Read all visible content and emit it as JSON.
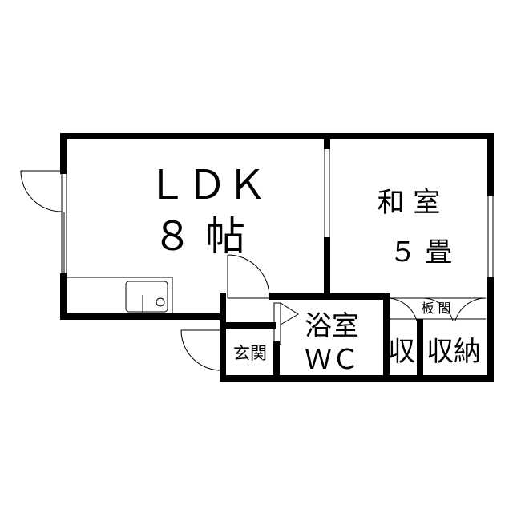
{
  "rooms": {
    "ldk": {
      "name": "ＬＤＫ",
      "size": "８ 帖"
    },
    "washitsu": {
      "name": "和 室",
      "size": "５ 畳"
    },
    "bath": {
      "name": "浴室",
      "sub": "ＷＣ"
    },
    "entrance": {
      "name": "玄関"
    },
    "storage_small": {
      "name": "収"
    },
    "storage": {
      "name": "収納"
    },
    "board_floor": {
      "name": "板 間"
    }
  },
  "colors": {
    "wall": "#000000",
    "background": "#ffffff"
  }
}
